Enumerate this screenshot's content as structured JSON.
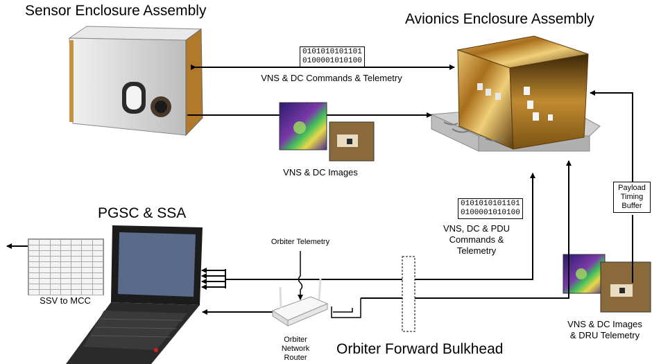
{
  "titles": {
    "sensor": "Sensor Enclosure Assembly",
    "avionics": "Avionics Enclosure Assembly",
    "pgsc": "PGSC & SSA",
    "bulkhead": "Orbiter Forward Bulkhead"
  },
  "binary_top": [
    "0101010101101",
    "0100001010100"
  ],
  "binary_mid": [
    "0101010101101",
    "0100001010100"
  ],
  "labels": {
    "vns_dc_cmd_tlm": "VNS & DC Commands  & Telemetry",
    "vns_dc_images": "VNS & DC Images",
    "vns_dc_pdu": [
      "VNS, DC & PDU",
      "Commands  &",
      "Telemetry"
    ],
    "payload_timing": [
      "Payload",
      "Timing",
      "Buffer"
    ],
    "orbiter_telemetry": "Orbiter Telemetry",
    "ssv_to_mcc": "SSV to MCC",
    "orbiter_router": [
      "Orbiter",
      "Network",
      "Router"
    ],
    "vns_dc_images_dru": [
      "VNS & DC Images",
      "& DRU Telemetry"
    ]
  },
  "colors": {
    "gold": "#b8862e",
    "gold_dark": "#6e4a12",
    "silver": "#d8d8d8",
    "laptop": "#1c1c1c",
    "thermal_purple": "#5a2a8c"
  }
}
